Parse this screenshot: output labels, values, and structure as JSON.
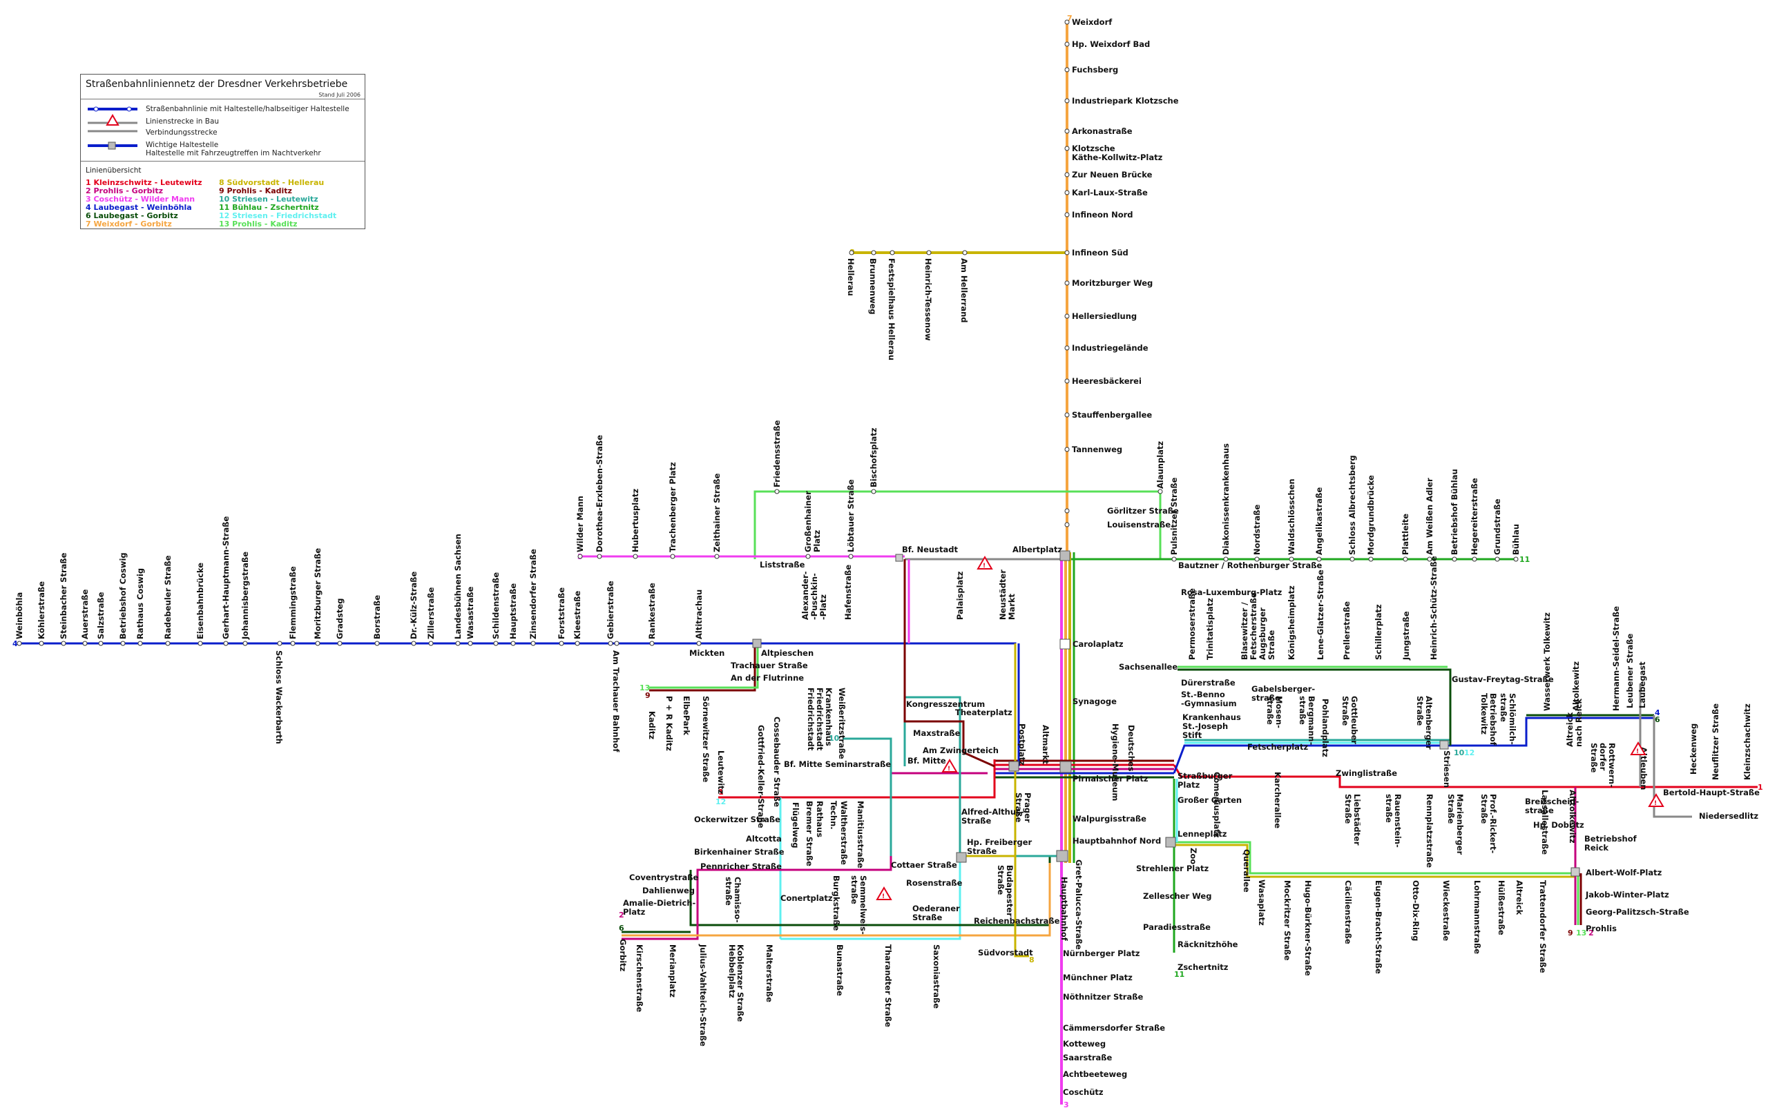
{
  "legend": {
    "title": "Straßenbahnliniennetz der Dresdner Verkehrsbetriebe",
    "stand": "Stand Juli 2006",
    "key": [
      {
        "text": "Straßenbahnlinie mit Haltestelle/halbseitiger Haltestelle"
      },
      {
        "text": "Linienstrecke in Bau"
      },
      {
        "text": "Verbindungsstrecke"
      },
      {
        "text": "Wichtige Haltestelle\nHaltestelle mit Fahrzeugtreffen im Nachtverkehr"
      }
    ],
    "overview_title": "Linienübersicht",
    "lines": [
      {
        "label": "1 Kleinzschwitz - Leutewitz",
        "color": "#e3001b"
      },
      {
        "label": "2 Prohlis - Gorbitz",
        "color": "#c4007d"
      },
      {
        "label": "3 Coschütz - Wilder Mann",
        "color": "#f03cf0"
      },
      {
        "label": "4 Laubegast - Weinböhla",
        "color": "#0a1ecb"
      },
      {
        "label": "6 Laubegast - Gorbitz",
        "color": "#0a4d0a"
      },
      {
        "label": "7 Weixdorf - Gorbitz",
        "color": "#f5a540"
      },
      {
        "label": "8 Südvorstadt - Hellerau",
        "color": "#c8b400"
      },
      {
        "label": "9 Prohlis - Kaditz",
        "color": "#7b0000"
      },
      {
        "label": "10 Striesen - Leutewitz",
        "color": "#2aa89a"
      },
      {
        "label": "11 Bühlau - Zschertnitz",
        "color": "#1fa71f"
      },
      {
        "label": "12 Striesen - Friedrichstadt",
        "color": "#5ff0f0"
      },
      {
        "label": "13 Prohlis - Kaditz",
        "color": "#58e058"
      }
    ]
  },
  "terminal_numbers": [
    {
      "text": "7",
      "color": "#f5a540"
    },
    {
      "text": "8",
      "color": "#c8b400"
    },
    {
      "text": "3",
      "color": "#f03cf0"
    },
    {
      "text": "11",
      "color": "#1fa71f"
    },
    {
      "text": "4",
      "color": "#0a1ecb"
    },
    {
      "text": "13",
      "color": "#58e058"
    },
    {
      "text": "9",
      "color": "#7b0000"
    },
    {
      "text": "10",
      "color": "#2aa89a"
    },
    {
      "text": "1",
      "color": "#e3001b"
    },
    {
      "text": "12",
      "color": "#5ff0f0"
    },
    {
      "text": "4",
      "color": "#0a1ecb"
    },
    {
      "text": "6",
      "color": "#0a4d0a"
    },
    {
      "text": "10",
      "color": "#2aa89a"
    },
    {
      "text": "12",
      "color": "#5ff0f0"
    },
    {
      "text": "1",
      "color": "#e3001b"
    },
    {
      "text": "2",
      "color": "#c4007d"
    },
    {
      "text": "6",
      "color": "#0a4d0a"
    },
    {
      "text": "8",
      "color": "#c8b400"
    },
    {
      "text": "3",
      "color": "#f03cf0"
    },
    {
      "text": "11",
      "color": "#1fa71f"
    },
    {
      "text": "9",
      "color": "#7b0000"
    },
    {
      "text": "13",
      "color": "#58e058"
    },
    {
      "text": "2",
      "color": "#c4007d"
    }
  ],
  "stops_vertical": [
    "Weixdorf",
    "Hp. Weixdorf Bad",
    "Fuchsberg",
    "Industriepark Klotzsche",
    "Arkonastraße",
    "Klotzsche\nKäthe-Kollwitz-Platz",
    "Zur Neuen Brücke",
    "Karl-Laux-Straße",
    "Infineon Nord",
    "Infineon Süd",
    "Moritzburger Weg",
    "Hellersiedlung",
    "Industriegelände",
    "Heeresbäckerei",
    "Stauffenbergallee",
    "Tannenweg",
    "Görlitzer Straße",
    "Louisenstraße"
  ],
  "stops_hellerau": [
    "Hellerau",
    "Brunnenweg",
    "Festspielhaus Hellerau",
    "Heinrich-Tessenow",
    "Am Hellerrand"
  ],
  "stops_line4_west": [
    "Weinböhla",
    "Köhlerstraße",
    "Steinbacher Straße",
    "Auerstraße",
    "Salzstraße",
    "Betriebshof Coswig",
    "Rathaus Coswig",
    "Radebeuler Straße",
    "Eisenbahnbrücke",
    "Gerhart-Hauptmann-Straße",
    "Johannisbergstraße",
    "Schloss Wackerbarth",
    "Flemmingstraße",
    "Moritzburger Straße",
    "Gradsteg",
    "Borstraße",
    "Dr.-Külz-Straße",
    "Zillerstraße",
    "Landesbühnen Sachsen",
    "Wasastraße",
    "Schildenstraße",
    "Hauptstraße",
    "Zinsendorfer Straße",
    "Forststraße",
    "Kleestraße",
    "Gebierstraße",
    "Am Trachauer Bahnhof",
    "Rankestraße",
    "Altitrachau"
  ],
  "stops_north_west": [
    "Wilder Mann",
    "Dorothea-Erxleben-Straße",
    "Hubertusplatz",
    "Trachenberger Platz",
    "Zeithainer Straße",
    "Liststraße",
    "Friedensstraße",
    "Großenhainer\nPlatz",
    "Bischofsplatz",
    "Löbtauer Straße",
    "Bf. Neustadt",
    "Albertplatz",
    "Alaunplatz"
  ],
  "stops_east_north": [
    "Bautzner / Rothenburger Straße",
    "Pulsnitzer Straße",
    "Diakonissenkrankenhaus",
    "Nordstraße",
    "Waldschlösschen",
    "Angelikastraße",
    "Schloss Albrechtsberg",
    "Mordgrundbrücke",
    "Plattleite",
    "Am Weißen Adler",
    "Betriebshof Bühlau",
    "Hegereiterstraße",
    "Grundstraße",
    "Bühlau"
  ],
  "stops_central": [
    "Mickten",
    "Altpieschen",
    "Trachauer Straße",
    "An der Flutrinne",
    "Kaditz",
    "P + R Kaditz",
    "ElbePark",
    "Sörnewitzer Straße",
    "Alexander-\n-Puschkin-\n-Platz",
    "Hafenstraße",
    "Palaisplatz",
    "Neustädter\nMarkt",
    "Carolaplatz",
    "Synagoge",
    "Theaterplatz",
    "Postplatz",
    "Altmarkt",
    "Pirnaischer Platz",
    "Straßburger\nPlatz",
    "Großer Garten",
    "Walpurgisstraße",
    "Hauptbahnhof Nord",
    "Lenneplatz",
    "Zoo",
    "Hauptbahnhof",
    "Strehlener Platz",
    "Zellescher Weg",
    "Paradiesstraße",
    "Räcknitzhöhe",
    "Zschertnitz",
    "Kongresszentrum",
    "Maxstraße",
    "Am Zwingerteich",
    "Bf. Mitte",
    "Bf. Mitte Seminarstraße",
    "Krankenhaus\nFriedrichstadt",
    "Weißeritzstraße",
    "Friedrichstadt",
    "Gottfried-Keller-Straße",
    "Cossebauder Straße",
    "Leutewitz",
    "Ockerwitzer Straße",
    "Altcotta",
    "Birkenhainer Straße",
    "Pennricher Straße",
    "Coventrystraße",
    "Dahlienweg",
    "Amalie-Dietrich-\nPlatz",
    "Gorbitz",
    "Kirschenstraße",
    "Merianplatz",
    "Julius-Vahlteich-Straße",
    "Hebbelplatz",
    "Koblenzer Straße",
    "Malterstraße",
    "Chamisso-\nstraße",
    "Conertplatz",
    "Flügelweg",
    "Bremer Straße",
    "Rathaus",
    "Techn.",
    "Waltherstraße",
    "Manitiusstraße",
    "Bunastraße",
    "Burgkstraße",
    "Cottaer Straße",
    "Rosenstraße",
    "Oederaner\nStraße",
    "Tharandter Straße",
    "Semmelweis-\nstraße",
    "Saxoniastraße",
    "Alfred-Althus-\nStraße",
    "Hp. Freiberger\nStraße",
    "Budapester\nStraße",
    "Reichenbachstraße",
    "Südvorstadt",
    "Prager\nStraße",
    "Hygiene-Museum",
    "Deutsches",
    "Nürnberger Platz",
    "Münchner Platz",
    "Nöthnitzer Straße",
    "Cämmersdorfer Straße",
    "Kotteweg",
    "Saarstraße",
    "Achtbeeteweg",
    "Coschütz",
    "Gret-Palucca-Straße"
  ],
  "stops_east": [
    "Sachsenallee",
    "Rosa-Luxemburg-Platz",
    "Permoserstraße",
    "Trinitatisplatz",
    "Blasewitzer /\nFetscherstraße",
    "Augsburger\nStraße",
    "Königsheimplatz",
    "Lene-Glatzer-Straße",
    "Prellerstraße",
    "Schillerplatz",
    "Jungstraße",
    "Heinrich-Schütz-Straße",
    "Dürerstraße",
    "St.-Benno\n-Gymnasium",
    "Gabelsberger-\nstraße",
    "Krankenhaus\nSt.-Joseph\nStift",
    "Fetscherplatz",
    "Mosen-\nstraße",
    "Bergmann-\nstraße",
    "Pohlandplatz",
    "Gottleuber\nStraße",
    "Altenberger\nStraße",
    "Gustav-Freytag-Straße",
    "Betriebshof\nTolkewitz",
    "Schlömilch-\nstraße",
    "Wasserwerk Tolkewitz",
    "Altolkewitz",
    "Hermann-Seidel-Straße",
    "Laubegast",
    "Leubener Straße",
    "Striesen",
    "Comeniusplatz",
    "Karcherallee",
    "Zwinglistraße",
    "Liebstädter\nStraße",
    "Rauenstein-\nstraße",
    "Rennplatzstraße",
    "Marienberger\nStraße",
    "Prof.-Rickert-\nStraße",
    "Lassallestraße",
    "Alttolkewitz",
    "Altreick\nnach Reick",
    "Rottwern-\ndorfer\nStraße",
    "Altleuben",
    "Heckenweg",
    "Neuflitzer Straße",
    "Kleinzschachwitz",
    "Bertold-Haupt-Straße",
    "Niedersedlitz",
    "Breitscheid-\nstraße",
    "Hp. Dobritz",
    "Betriebshof\nReick",
    "Querallee",
    "Wasaplatz",
    "Mockritzer Straße",
    "Hugo-Bürkner-Straße",
    "Cäcilienstraße",
    "Eugen-Bracht-Straße",
    "Otto-Dix-Ring",
    "Wieckestraße",
    "Lohrmannstraße",
    "Hülßestraße",
    "Altreick",
    "Trattendorfer Straße",
    "Albert-Wolf-Platz",
    "Jakob-Winter-Platz",
    "Georg-Palitzsch-Straße",
    "Prohlis"
  ]
}
